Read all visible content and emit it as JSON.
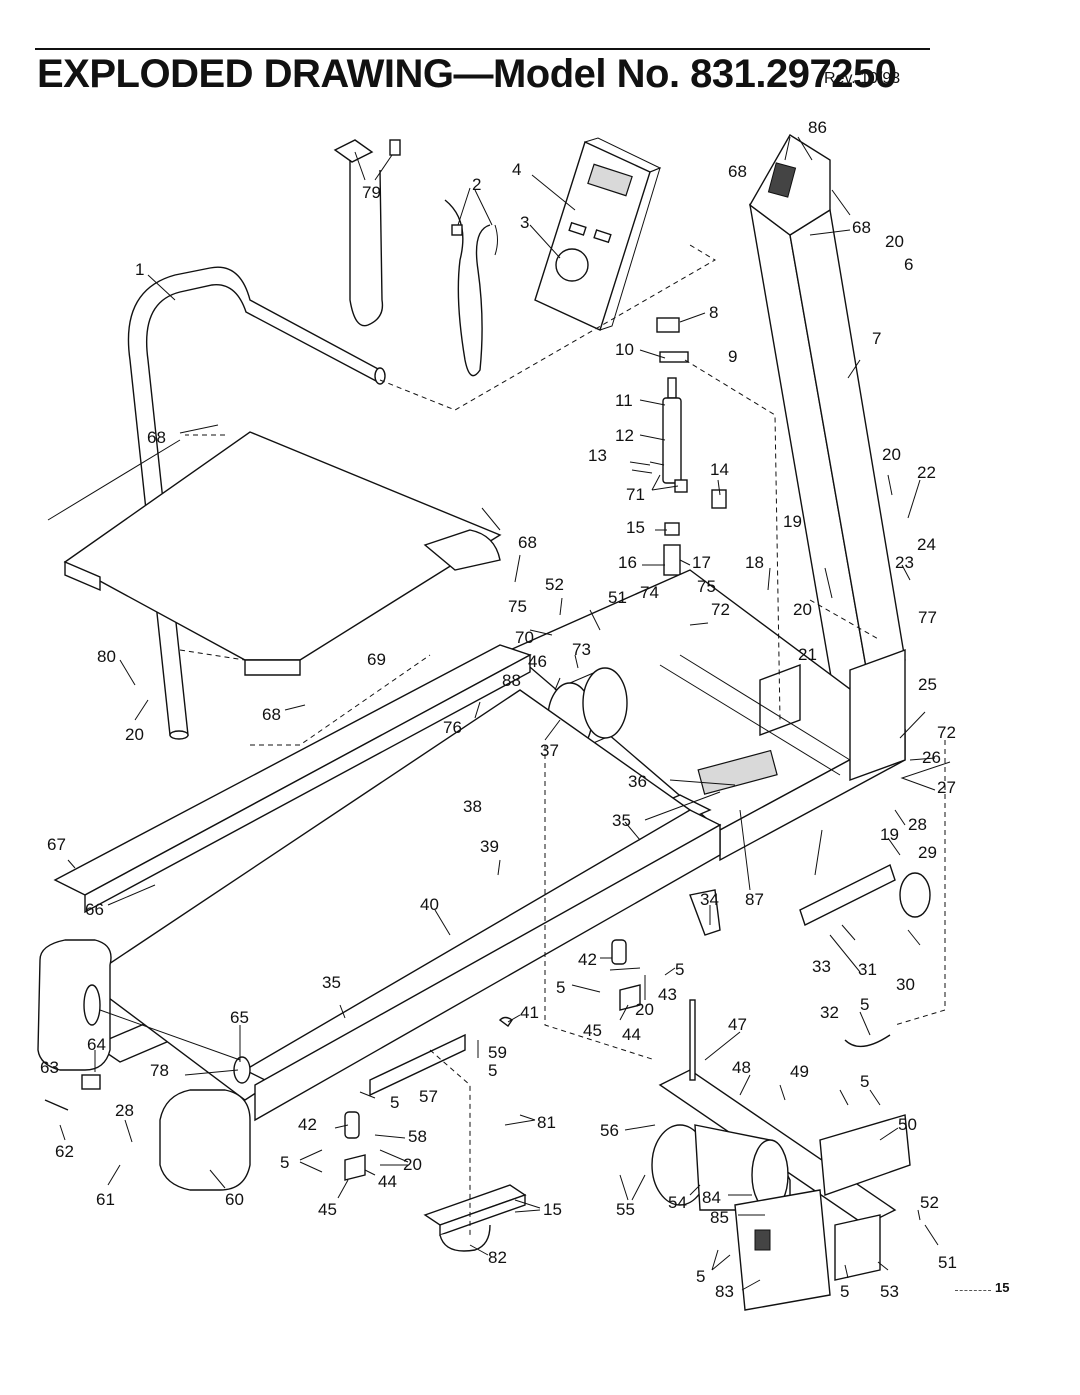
{
  "header": {
    "title": "EXPLODED DRAWING—Model No. 831.297250",
    "revision": "Rev. 10/93"
  },
  "page_number": "15",
  "callouts": {
    "c86": "86",
    "c68a": "68",
    "c68b": "68",
    "c20a": "20",
    "c6": "6",
    "c79": "79",
    "c2": "2",
    "c4": "4",
    "c3": "3",
    "c1": "1",
    "c8": "8",
    "c10": "10",
    "c9": "9",
    "c7": "7",
    "c11": "11",
    "c12": "12",
    "c13": "13",
    "c14": "14",
    "c68c": "68",
    "c71": "71",
    "c20b": "20",
    "c22": "22",
    "c15a": "15",
    "c19a": "19",
    "c68d": "68",
    "c16": "16",
    "c17": "17",
    "c18": "18",
    "c23": "23",
    "c24": "24",
    "c52a": "52",
    "c51a": "51",
    "c74": "74",
    "c75a": "75",
    "c75b": "75",
    "c72a": "72",
    "c20c": "20",
    "c77": "77",
    "c80": "80",
    "c69": "69",
    "c70": "70",
    "c73": "73",
    "c21": "21",
    "c46": "46",
    "c88": "88",
    "c25": "25",
    "c68e": "68",
    "c20d": "20",
    "c76": "76",
    "c72b": "72",
    "c37": "37",
    "c26": "26",
    "c36": "36",
    "c27": "27",
    "c38": "38",
    "c35a": "35",
    "c67": "67",
    "c39": "39",
    "c19b": "19",
    "c28a": "28",
    "c29": "29",
    "c66": "66",
    "c40": "40",
    "c34": "34",
    "c87": "87",
    "c42a": "42",
    "c33": "33",
    "c31": "31",
    "c30": "30",
    "c35b": "35",
    "c5a": "5",
    "c5b": "5",
    "c43": "43",
    "c20e": "20",
    "c65": "65",
    "c41": "41",
    "c45a": "45",
    "c44a": "44",
    "c47": "47",
    "c32": "32",
    "c5c": "5",
    "c63": "63",
    "c64": "64",
    "c59": "59",
    "c78": "78",
    "c5d": "5",
    "c48": "48",
    "c49": "49",
    "c5e": "5",
    "c28b": "28",
    "c5f": "5",
    "c57": "57",
    "c81": "81",
    "c62": "62",
    "c42b": "42",
    "c58": "58",
    "c56": "56",
    "c50": "50",
    "c5g": "5",
    "c20f": "20",
    "c44b": "44",
    "c61": "61",
    "c60": "60",
    "c45b": "45",
    "c15b": "15",
    "c55": "55",
    "c54": "54",
    "c84": "84",
    "c52b": "52",
    "c85": "85",
    "c51b": "51",
    "c82": "82",
    "c5h": "5",
    "c83": "83",
    "c5i": "5",
    "c53": "53"
  }
}
